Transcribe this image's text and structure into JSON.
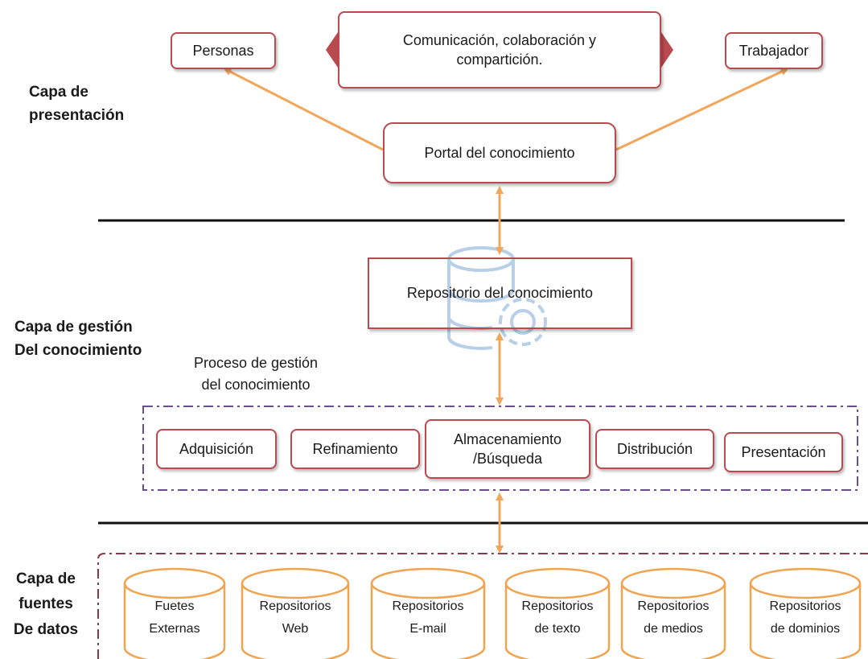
{
  "layers": {
    "presentation": "Capa de\npresentación",
    "management": "Capa de gestión\nDel conocimiento",
    "sources": "Capa de\nfuentes\nDe datos"
  },
  "top": {
    "personas": "Personas",
    "communication": "Comunicación, colaboración y\ncompartición.",
    "trabajador": "Trabajador",
    "portal": "Portal del conocimiento"
  },
  "repository": "Repositorio del conocimiento",
  "process_label": "Proceso de gestión\ndel conocimiento",
  "process_steps": [
    "Adquisición",
    "Refinamiento",
    "Almacenamiento\n/Búsqueda",
    "Distribución",
    "Presentación"
  ],
  "data_sources": [
    "Fuetes\nExternas",
    "Repositorios\nWeb",
    "Repositorios\nE-mail",
    "Repositorios\nde texto",
    "Repositorios\nde medios",
    "Repositorios\nde dominios"
  ],
  "colors": {
    "box_border": "#b94a4f",
    "arrow": "#f2a65a",
    "cylinder": "#f0a450",
    "dashed_process": "#6a4f8c",
    "dashed_sources": "#8a3a45",
    "db_icon": "#b7d0e8"
  }
}
